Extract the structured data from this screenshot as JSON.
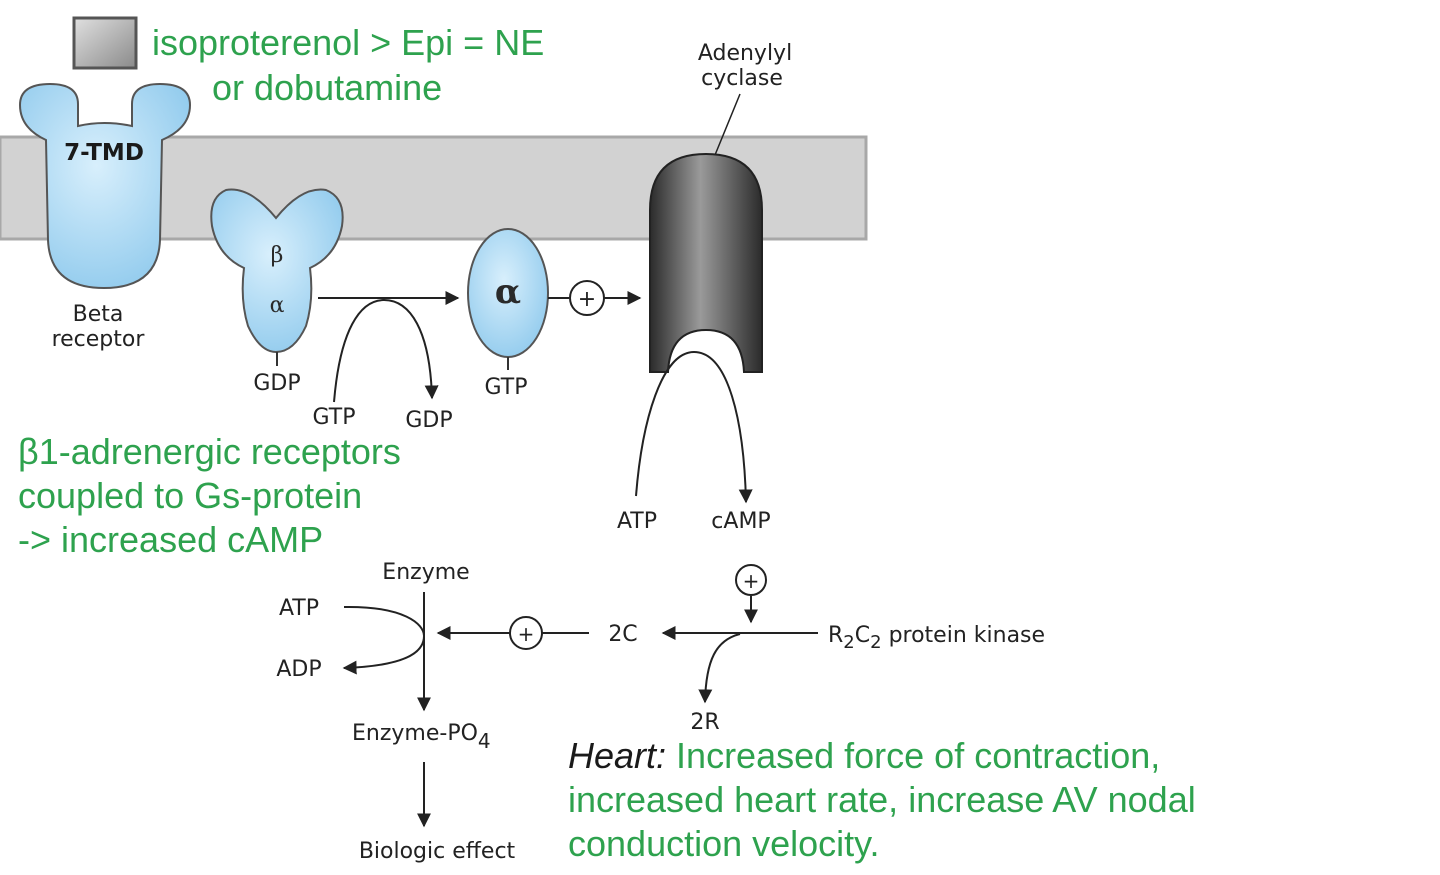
{
  "top_note": {
    "line1": "isoproterenol > Epi = NE",
    "line2": "or dobutamine"
  },
  "receptor": {
    "inner_label": "7-TMD",
    "caption_line1": "Beta",
    "caption_line2": "receptor"
  },
  "g_protein": {
    "beta_symbol": "β",
    "alpha_symbol": "α",
    "gdp_label": "GDP"
  },
  "exchange": {
    "in_label": "GTP",
    "out_label": "GDP"
  },
  "alpha_subunit": {
    "symbol": "α",
    "gtp_label": "GTP"
  },
  "plus_sign": "+",
  "adenylyl_cyclase": {
    "line1": "Adenylyl",
    "line2": "cyclase"
  },
  "camp_reaction": {
    "substrate": "ATP",
    "product": "cAMP"
  },
  "left_note": {
    "line1": "β1-adrenergic receptors",
    "line2": "coupled to Gs-protein",
    "line3": "-> increased cAMP"
  },
  "kinase": {
    "holoenzyme": "R",
    "sub1": "2",
    "mid": "C",
    "sub2": "2",
    "suffix": " protein kinase",
    "catalytic": "2C",
    "regulatory": "2R"
  },
  "enzyme_step": {
    "enzyme": "Enzyme",
    "atp": "ATP",
    "adp": "ADP",
    "product": "Enzyme-PO",
    "product_sub": "4",
    "effect": "Biologic effect"
  },
  "heart_note": {
    "label": "Heart:",
    "line1_rest": " Increased force of contraction,",
    "line2": "increased heart rate, increase AV nodal",
    "line3": "conduction velocity."
  },
  "colors": {
    "annotation_green": "#2ea24e",
    "receptor_blue": "#a8d8f2",
    "membrane_gray": "#d2d2d2",
    "cyclase_dark": "#4a4a4a"
  }
}
